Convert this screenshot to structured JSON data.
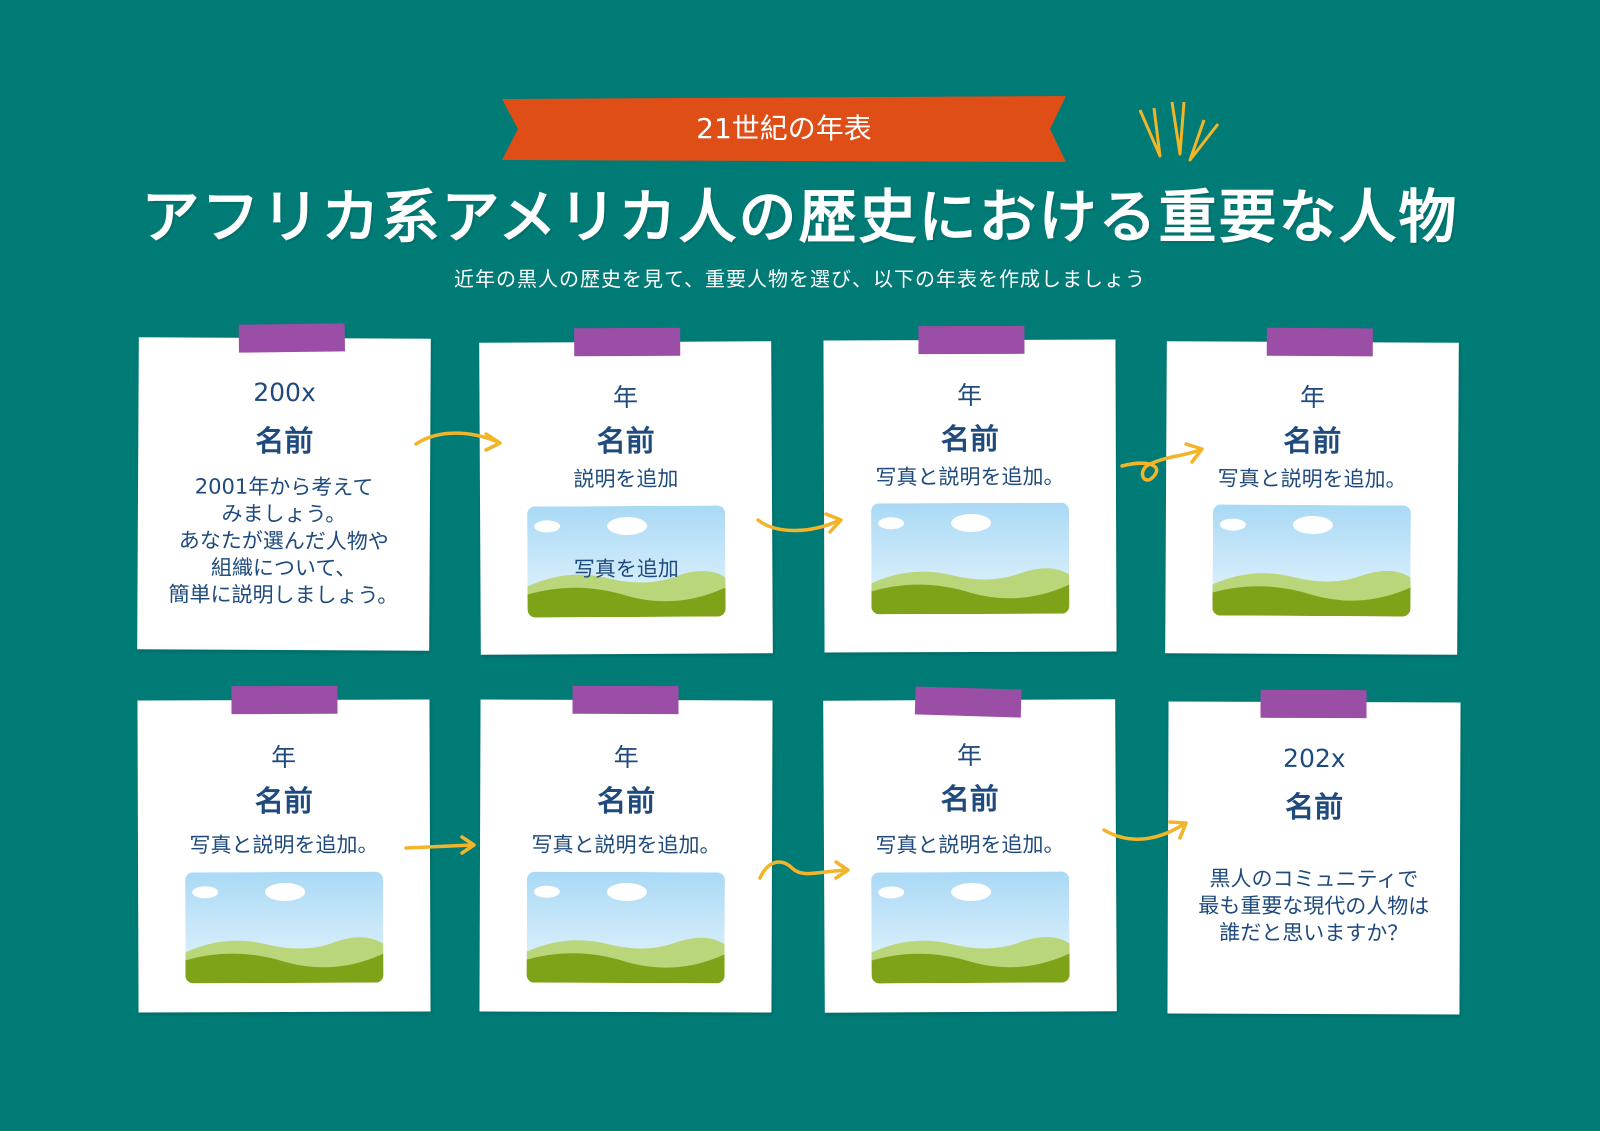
{
  "header": {
    "ribbon_text": "21世紀の年表",
    "title": "アフリカ系アメリカ人の歴史における重要な人物",
    "subtitle": "近年の黒人の歴史を見て、重要人物を選び、以下の年表を作成しましょう"
  },
  "cards": [
    {
      "year": "200x",
      "name": "名前",
      "desc": "2001年から考えて\nみましょう。\nあなたが選んだ人物や\n組織について、\n簡単に説明しましょう。"
    },
    {
      "year": "年",
      "name": "名前",
      "desc": "説明を追加",
      "photo_label": "写真を追加"
    },
    {
      "year": "年",
      "name": "名前",
      "desc": "写真と説明を追加。"
    },
    {
      "year": "年",
      "name": "名前",
      "desc": "写真と説明を追加。"
    },
    {
      "year": "年",
      "name": "名前",
      "desc": "写真と説明を追加。"
    },
    {
      "year": "年",
      "name": "名前",
      "desc": "写真と説明を追加。"
    },
    {
      "year": "年",
      "name": "名前",
      "desc": "写真と説明を追加。"
    },
    {
      "year": "202x",
      "name": "名前",
      "desc": "黒人のコミュニティで\n最も重要な現代の人物は\n誰だと思いますか？"
    }
  ],
  "colors": {
    "background": "#007b76",
    "ribbon": "#e04e17",
    "tape": "#9b4ea6",
    "text": "#1f4a7d",
    "arrow": "#f2b52a"
  }
}
